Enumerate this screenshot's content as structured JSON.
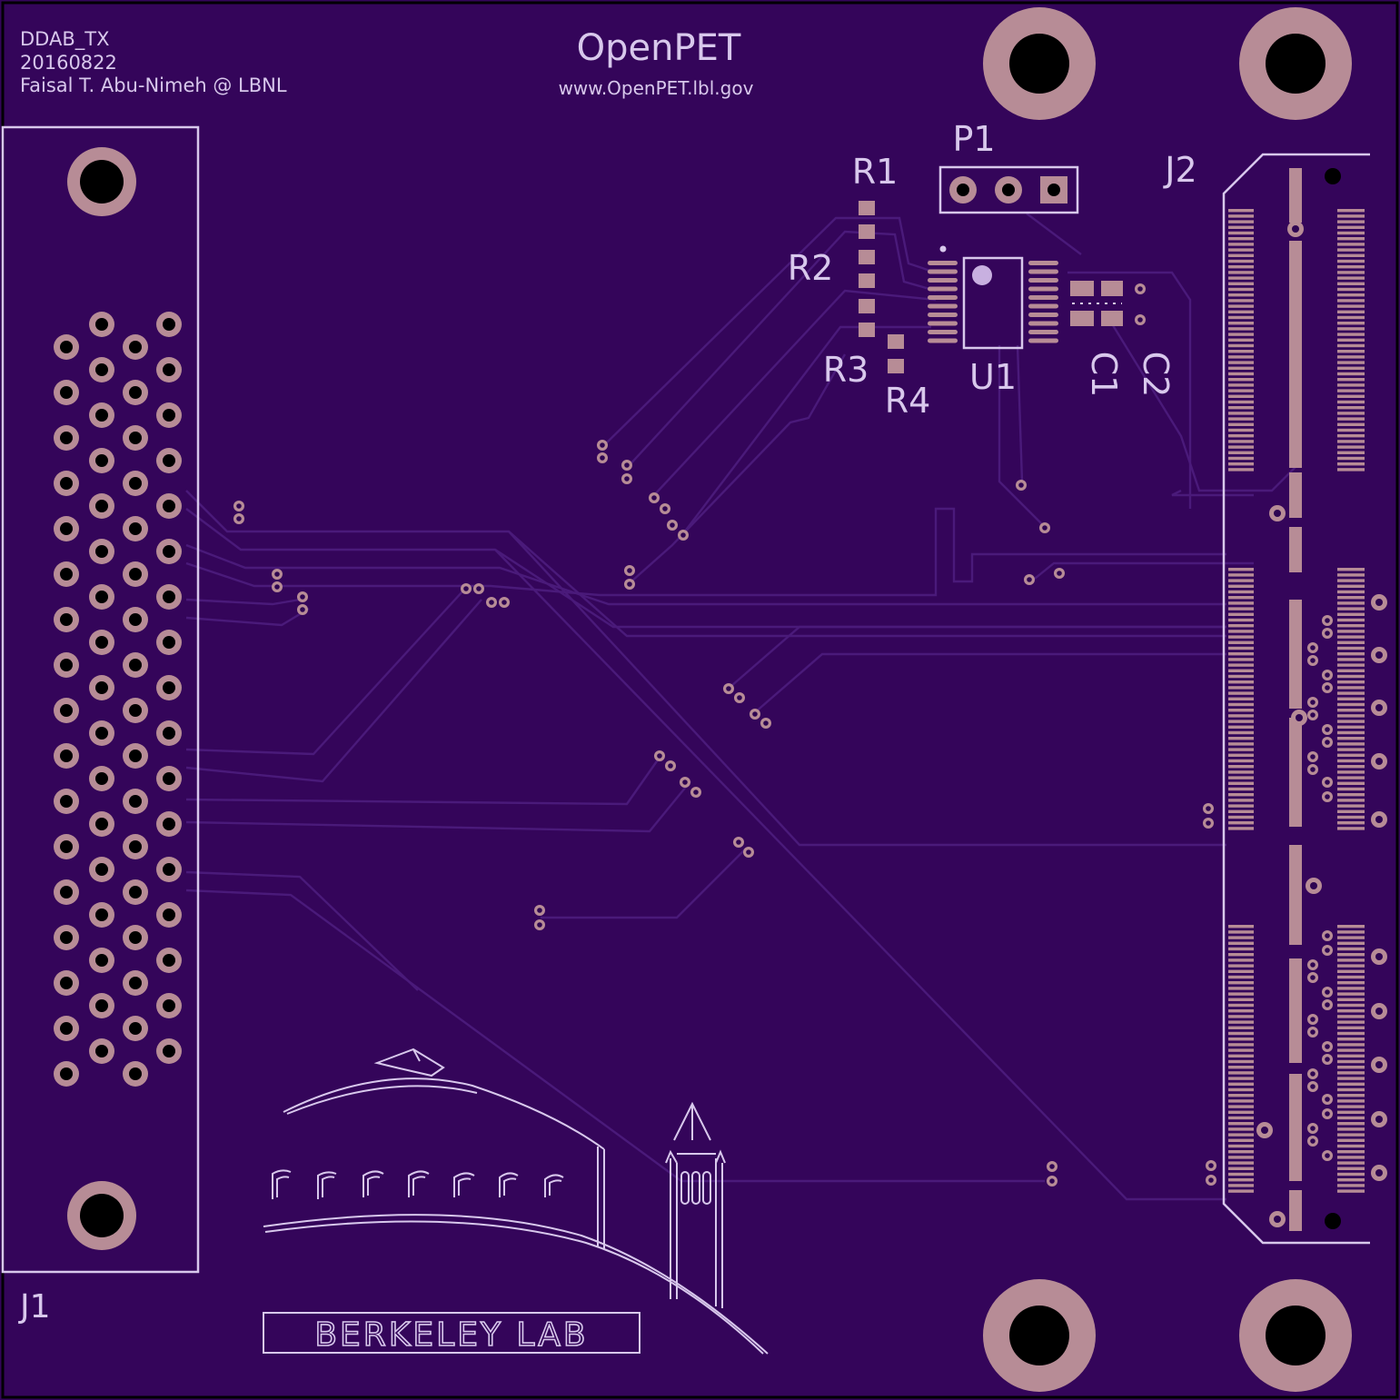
{
  "colors": {
    "board": "#34055a",
    "silkscreen": "#d8c8ec",
    "copper_pad": "#b78c96",
    "trace": "#4a1a7a",
    "drill": "#000000"
  },
  "header": {
    "project": "DDAB_TX",
    "date": "20160822",
    "author": "Faisal T. Abu-Nimeh @ LBNL",
    "title": "OpenPET",
    "url": "www.OpenPET.lbl.gov"
  },
  "designators": {
    "j1": "J1",
    "j2": "J2",
    "p1": "P1",
    "r1": "R1",
    "r2": "R2",
    "r3": "R3",
    "r4": "R4",
    "u1": "U1",
    "c1": "C1",
    "c2": "C2"
  },
  "logo": {
    "text": "BERKELEY LAB"
  },
  "icons": {
    "mounting_hole": "mounting-hole-icon",
    "via": "via-icon",
    "logo": "berkeley-lab-campanile-logo"
  }
}
